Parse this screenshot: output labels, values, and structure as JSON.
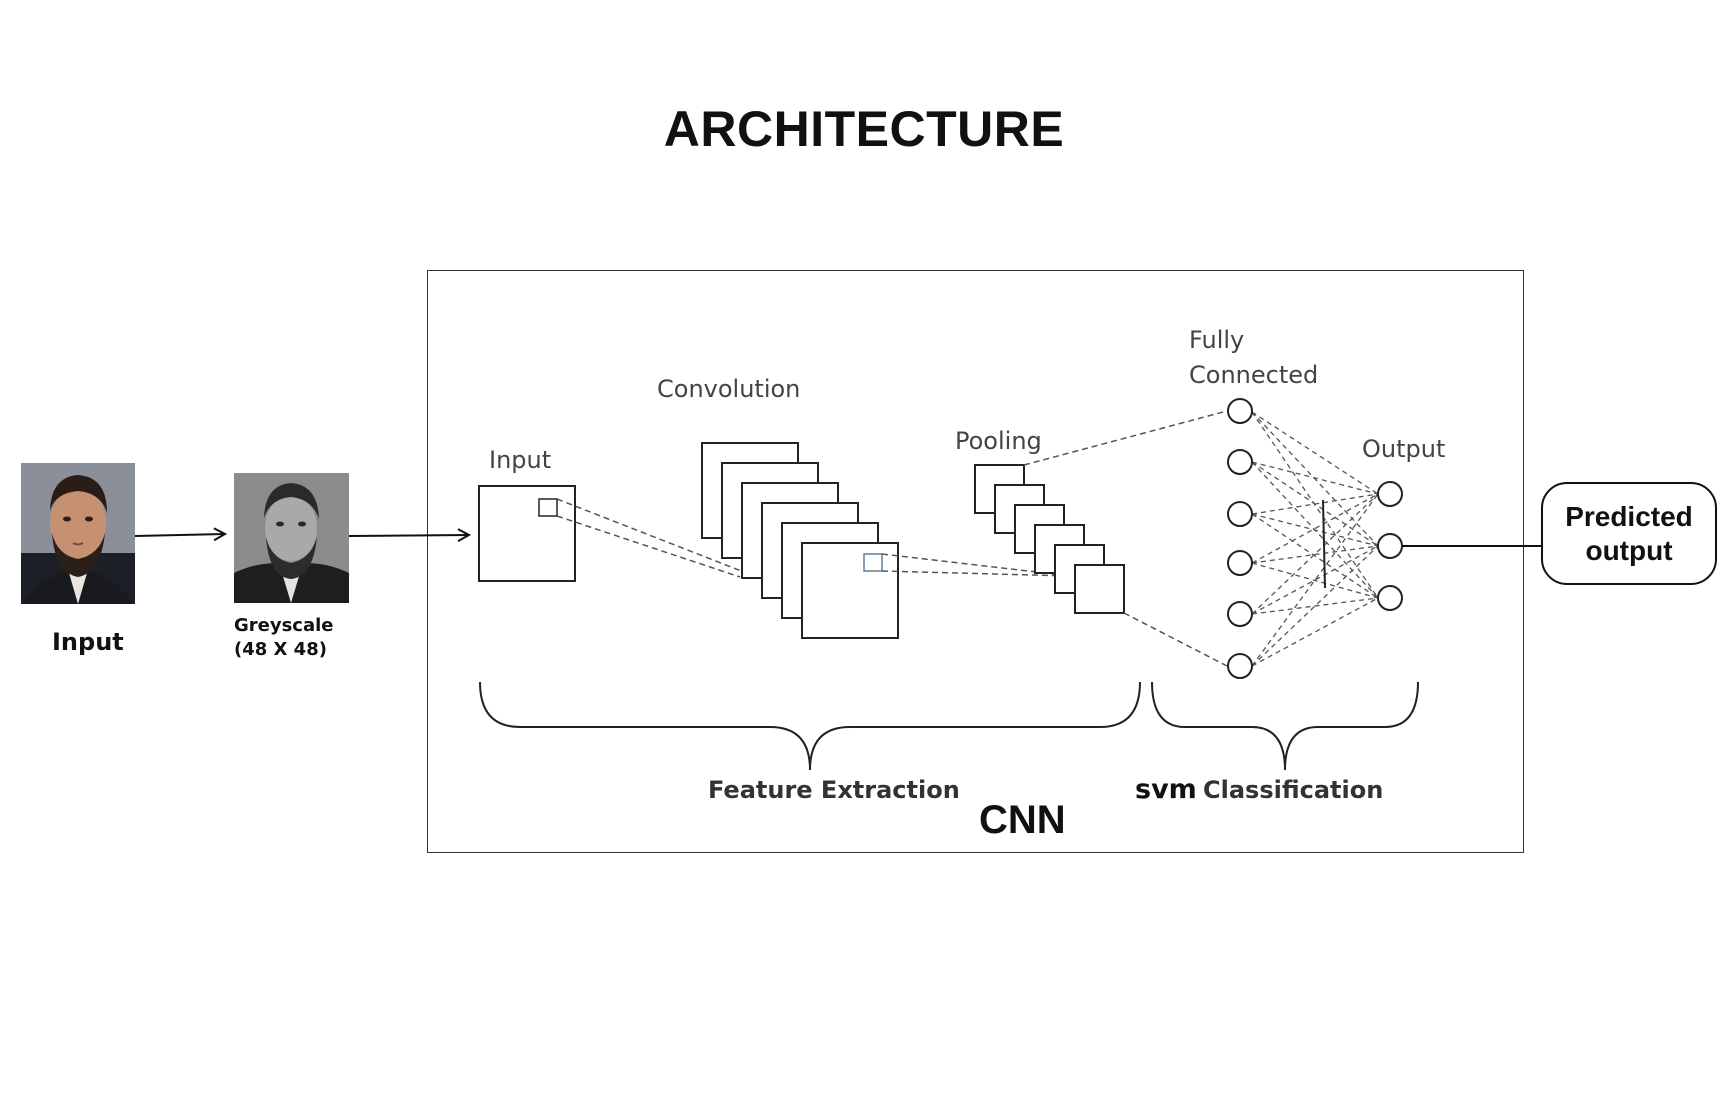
{
  "title": "ARCHITECTURE",
  "input_panel": {
    "color_photo_icon": "portrait-photo",
    "input_label": "Input",
    "grey_photo_icon": "greyscale-portrait-photo",
    "greyscale_label_line1": "Greyscale",
    "greyscale_label_line2": "(48 X 48)"
  },
  "cnn": {
    "input_label": "Input",
    "convolution_label": "Convolution",
    "pooling_label": "Pooling",
    "fully_connected_line1": "Fully",
    "fully_connected_line2": "Connected",
    "output_label": "Output",
    "feature_extraction_label": "Feature Extraction",
    "svm_prefix": "svm",
    "classification_label": "Classification",
    "cnn_label": "CNN"
  },
  "predicted": {
    "line1": "Predicted",
    "line2": "output"
  },
  "colors": {
    "text": "#111111",
    "diagram_stroke": "#222222",
    "dashed": "#555555",
    "highlight_square": "#5b7fa3"
  }
}
